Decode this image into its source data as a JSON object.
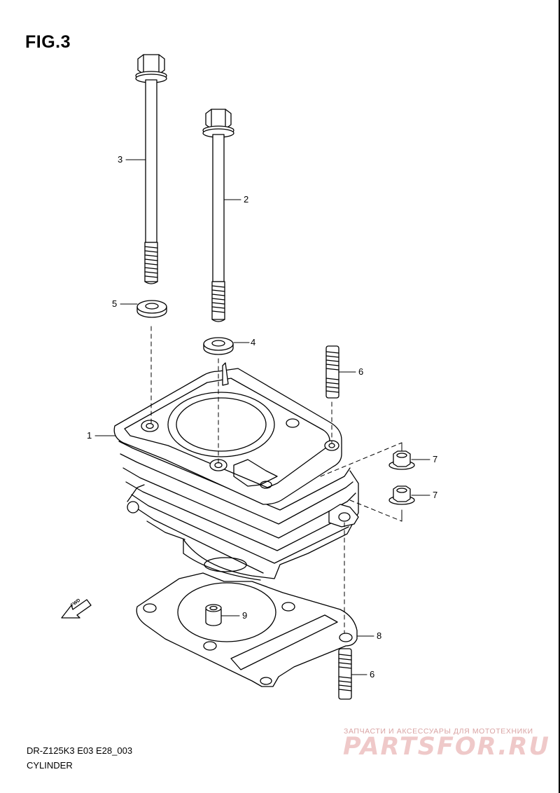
{
  "figure": {
    "title": "FIG.3"
  },
  "callouts": {
    "c1": "1",
    "c2": "2",
    "c3": "3",
    "c4": "4",
    "c5": "5",
    "c6a": "6",
    "c6b": "6",
    "c7a": "7",
    "c7b": "7",
    "c8": "8",
    "c9": "9"
  },
  "fwd_arrow": {
    "label": "FWD",
    "icon": "fwd-arrow-icon"
  },
  "footer": {
    "model_code": "DR-Z125K3 E03 E28_003",
    "section_name": "CYLINDER"
  },
  "watermark": {
    "tagline": "ЗАПЧАСТИ И АКСЕССУАРЫ ДЛЯ МОТОТЕХНИКИ",
    "logo_text": "PARTSFOR.RU"
  },
  "colors": {
    "line": "#000000",
    "background": "#ffffff",
    "watermark": "#e8b4b4"
  }
}
